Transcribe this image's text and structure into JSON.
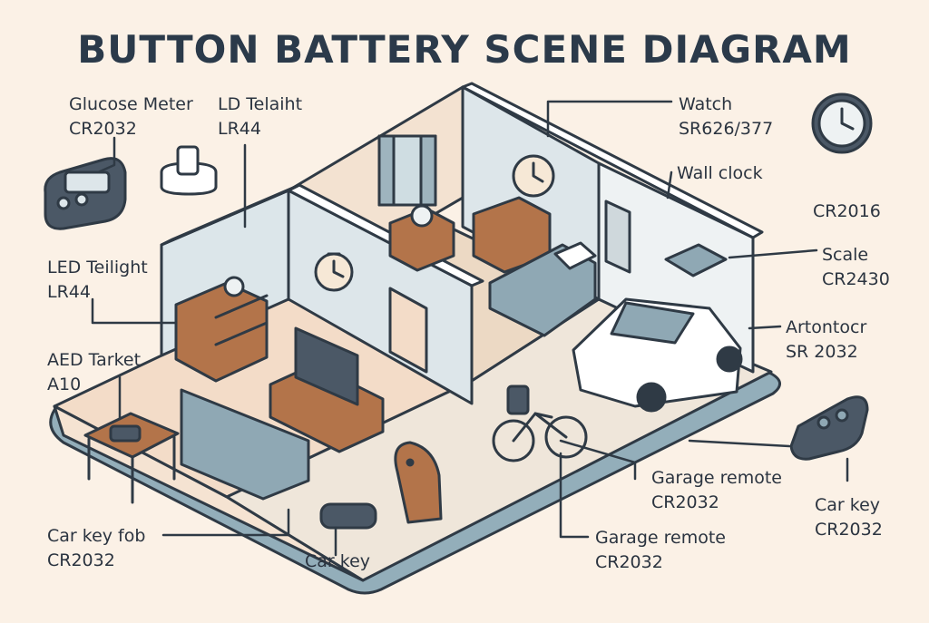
{
  "title": "BUTTON BATTERY SCENE DIAGRAM",
  "callouts": {
    "glucose": {
      "name": "Glucose Meter",
      "battery": "CR2032"
    },
    "ld_telaiht": {
      "name": "LD Telaiht",
      "battery": "LR44"
    },
    "led_teilight": {
      "name": "LED Teilight",
      "battery": "LR44"
    },
    "aed": {
      "name": "AED Tarket",
      "battery": "A10"
    },
    "car_key_fob": {
      "name": "Car key fob",
      "battery": "CR2032"
    },
    "car_key_floor": {
      "name": "Car key"
    },
    "watch": {
      "name": "Watch",
      "battery": "SR626/377"
    },
    "wall_clock": {
      "name": "Wall clock"
    },
    "cr2016": {
      "battery": "CR2016"
    },
    "scale": {
      "name": "Scale",
      "battery": "CR2430"
    },
    "artontocr": {
      "name": "Artontocr",
      "battery": "SR 2032"
    },
    "garage_remote_1": {
      "name": "Garage remote",
      "battery": "CR2032"
    },
    "garage_remote_2": {
      "name": "Garage remote",
      "battery": "CR2032"
    },
    "car_key_right": {
      "name": "Car key",
      "battery": "CR2032"
    }
  },
  "colors": {
    "background": "#fbf1e6",
    "outline": "#2f3a45",
    "floor_living": "#f3dcc8",
    "floor_bedroom": "#ecd9c4",
    "garage_floor": "#efe6da",
    "wall": "#dde6ea",
    "wood": "#b3744a",
    "device": "#4b5866",
    "base": "#8fa8b4"
  }
}
